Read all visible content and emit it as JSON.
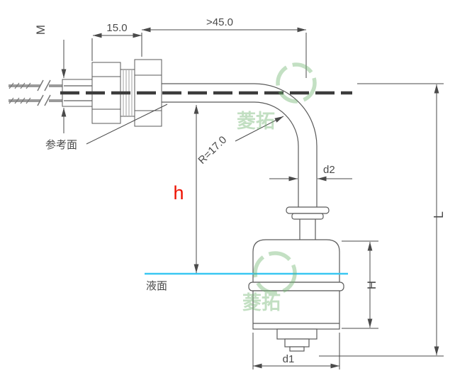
{
  "title": "float-level-sensor-dimension-drawing",
  "labels": {
    "thread": "M",
    "dim_15": "15.0",
    "dim_45": ">45.0",
    "reference_surface": "参考面",
    "radius": "R=17.0",
    "d2": "d2",
    "h": "h",
    "liquid_level": "液面",
    "H": "H",
    "L": "L",
    "d1": "d1"
  },
  "watermark": {
    "text": "菱拓"
  },
  "colors": {
    "background": "#ffffff",
    "geometry_line": "#5a5a5a",
    "dimension_line": "#4a4a4a",
    "centerline": "#3c3c3c",
    "h_accent": "#ee1100",
    "liquid_line": "#39c7f2",
    "watermark_green": "#6fb56f",
    "wire_gray": "#9a9a9a"
  }
}
